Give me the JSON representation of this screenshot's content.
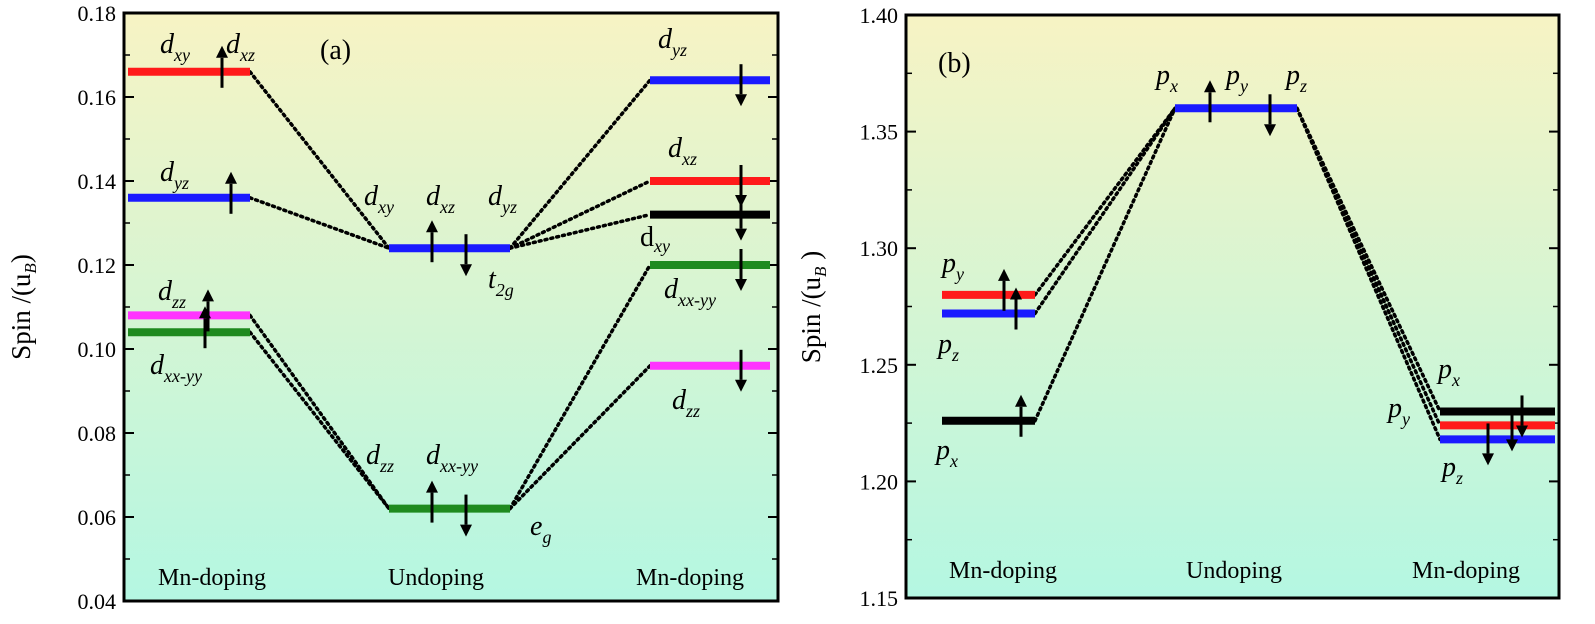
{
  "chart_data": [
    {
      "type": "energy-level diagram",
      "panel_label": "(a)",
      "ylabel": "Spin /(u",
      "ylabel_sub": "B",
      "ylabel_end": ")",
      "ylim": [
        0.04,
        0.18
      ],
      "yticks": [
        "0.04",
        "0.06",
        "0.08",
        "0.10",
        "0.12",
        "0.14",
        "0.16",
        "0.18"
      ],
      "ytick_values": [
        0.04,
        0.06,
        0.08,
        0.1,
        0.12,
        0.14,
        0.16,
        0.18
      ],
      "background_gradient": [
        "#f7f3c4",
        "#b4f7e2"
      ],
      "columns": [
        "Mn-doping",
        "Undoping",
        "Mn-doping"
      ],
      "levels": [
        {
          "column": 0,
          "y": 0.166,
          "color": "#ff1a1a",
          "spin": "up"
        },
        {
          "column": 0,
          "y": 0.136,
          "color": "#1a1aff",
          "spin": "up"
        },
        {
          "column": 0,
          "y": 0.108,
          "color": "#ff33ff",
          "spin": "up"
        },
        {
          "column": 0,
          "y": 0.104,
          "color": "#1f8a1f",
          "spin": "up"
        },
        {
          "column": 1,
          "y": 0.124,
          "color": "#1a1aff",
          "spin": "up-down"
        },
        {
          "column": 1,
          "y": 0.062,
          "color": "#1f8a1f",
          "spin": "up-down"
        },
        {
          "column": 2,
          "y": 0.164,
          "color": "#1a1aff",
          "spin": "down"
        },
        {
          "column": 2,
          "y": 0.14,
          "color": "#ff1a1a",
          "spin": "down"
        },
        {
          "column": 2,
          "y": 0.132,
          "color": "#000000",
          "spin": "down"
        },
        {
          "column": 2,
          "y": 0.12,
          "color": "#1f8a1f",
          "spin": "down"
        },
        {
          "column": 2,
          "y": 0.096,
          "color": "#ff33ff",
          "spin": "down"
        }
      ],
      "links": [
        {
          "from": [
            0,
            0.166
          ],
          "to": [
            1,
            0.124
          ]
        },
        {
          "from": [
            0,
            0.136
          ],
          "to": [
            1,
            0.124
          ]
        },
        {
          "from": [
            0,
            0.108
          ],
          "to": [
            1,
            0.062
          ]
        },
        {
          "from": [
            0,
            0.104
          ],
          "to": [
            1,
            0.062
          ]
        },
        {
          "from": [
            1,
            0.124
          ],
          "to": [
            2,
            0.164
          ]
        },
        {
          "from": [
            1,
            0.124
          ],
          "to": [
            2,
            0.14
          ]
        },
        {
          "from": [
            1,
            0.124
          ],
          "to": [
            2,
            0.132
          ]
        },
        {
          "from": [
            1,
            0.062
          ],
          "to": [
            2,
            0.12
          ]
        },
        {
          "from": [
            1,
            0.062
          ],
          "to": [
            2,
            0.096
          ]
        }
      ],
      "labels": {
        "dxy": {
          "base": "d",
          "sub": "xy"
        },
        "dxz": {
          "base": "d",
          "sub": "xz"
        },
        "dyz": {
          "base": "d",
          "sub": "yz"
        },
        "dzz": {
          "base": "d",
          "sub": "zz"
        },
        "dxxyy": {
          "base": "d",
          "sub": "xx-yy"
        },
        "dxy_upright": "d",
        "t2g": {
          "base": "t",
          "sub": "2g"
        },
        "eg": {
          "base": "e",
          "sub": "g"
        }
      }
    },
    {
      "type": "energy-level diagram",
      "panel_label": "(b)",
      "ylabel": "Spin /(u",
      "ylabel_sub": "B",
      "ylabel_end": " )",
      "ylim": [
        1.15,
        1.4
      ],
      "yticks": [
        "1.15",
        "1.20",
        "1.25",
        "1.30",
        "1.35",
        "1.40"
      ],
      "ytick_values": [
        1.15,
        1.2,
        1.25,
        1.3,
        1.35,
        1.4
      ],
      "background_gradient": [
        "#f7f3c4",
        "#b4f7e2"
      ],
      "columns": [
        "Mn-doping",
        "Undoping",
        "Mn-doping"
      ],
      "levels": [
        {
          "column": 0,
          "y": 1.28,
          "color": "#ff1a1a",
          "spin": "up"
        },
        {
          "column": 0,
          "y": 1.272,
          "color": "#1a1aff",
          "spin": "up"
        },
        {
          "column": 0,
          "y": 1.226,
          "color": "#000000",
          "spin": "up"
        },
        {
          "column": 1,
          "y": 1.36,
          "color": "#1a1aff",
          "spin": "up-down"
        },
        {
          "column": 2,
          "y": 1.23,
          "color": "#000000",
          "spin": "down"
        },
        {
          "column": 2,
          "y": 1.224,
          "color": "#ff1a1a",
          "spin": "down"
        },
        {
          "column": 2,
          "y": 1.218,
          "color": "#1a1aff",
          "spin": "down"
        }
      ],
      "links": [
        {
          "from": [
            0,
            1.28
          ],
          "to": [
            1,
            1.36
          ]
        },
        {
          "from": [
            0,
            1.272
          ],
          "to": [
            1,
            1.36
          ]
        },
        {
          "from": [
            0,
            1.226
          ],
          "to": [
            1,
            1.36
          ]
        },
        {
          "from": [
            1,
            1.36
          ],
          "to": [
            2,
            1.23
          ]
        },
        {
          "from": [
            1,
            1.36
          ],
          "to": [
            2,
            1.224
          ]
        },
        {
          "from": [
            1,
            1.36
          ],
          "to": [
            2,
            1.218
          ]
        }
      ],
      "labels": {
        "px": {
          "base": "p",
          "sub": "x"
        },
        "py": {
          "base": "p",
          "sub": "y"
        },
        "pz": {
          "base": "p",
          "sub": "z"
        }
      }
    }
  ]
}
